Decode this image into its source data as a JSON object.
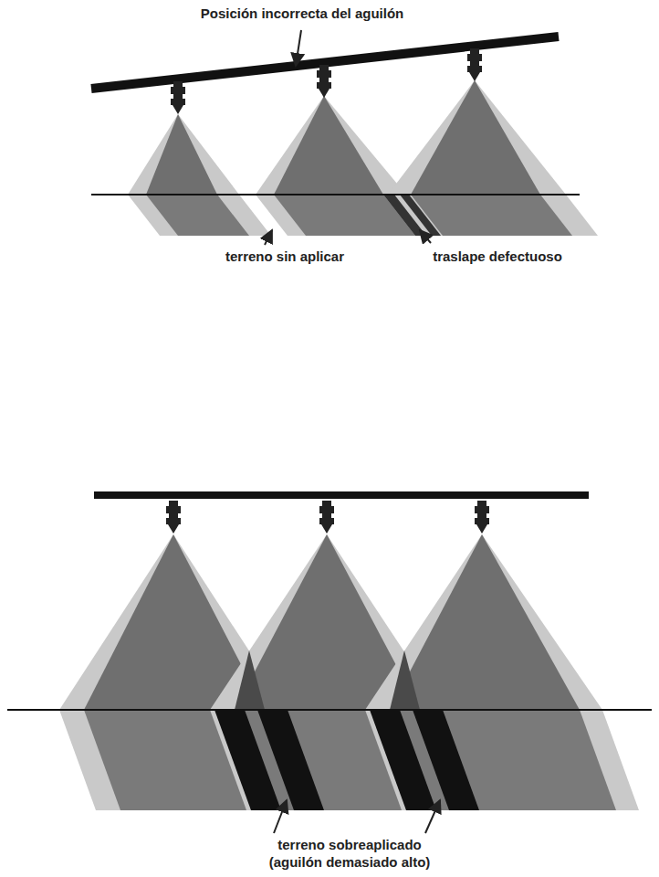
{
  "diagram": {
    "labels": [
      "Posición incorrecta del aguilón",
      "terreno sin aplicar",
      "traslape defectuoso",
      "terreno sobreaplicado (aguilón demasiado alto)"
    ]
  }
}
